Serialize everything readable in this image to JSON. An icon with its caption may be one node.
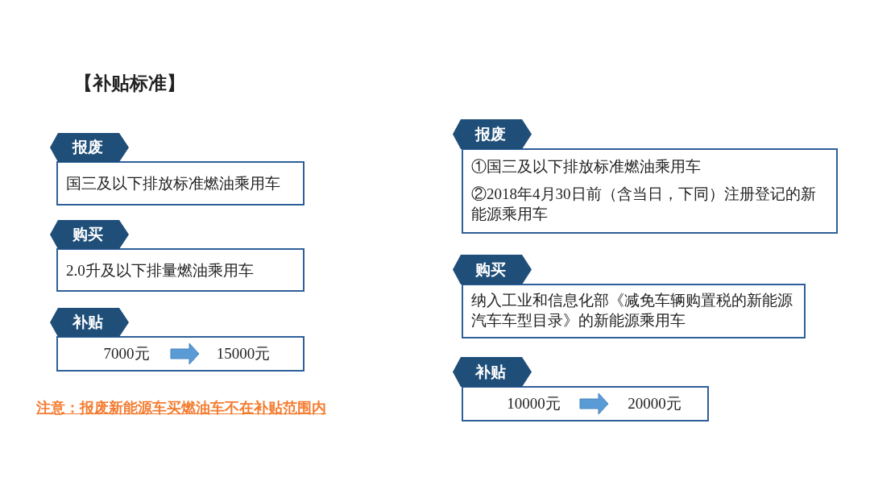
{
  "diagram": {
    "title": "【补贴标准】",
    "nodes": [
      {
        "text": [
          "报废"
        ]
      },
      {
        "text": [
          "国三及以下排放标准燃油乘用车"
        ]
      },
      {
        "text": [
          "购买"
        ]
      },
      {
        "text": [
          "2.0升及以下排量燃油乘用车"
        ]
      },
      {
        "text": [
          "补贴"
        ]
      },
      {
        "text": [],
        "shape": "box"
      },
      {
        "text": [
          "7000元"
        ],
        "in": 5
      },
      {
        "text": [
          "15000元"
        ],
        "in": 5
      },
      {
        "text": [
          "报废"
        ]
      },
      {
        "text": [
          "①国三及以下排放标准燃油乘用车",
          "②2018年4月30日前（含当日，下同）注册登记的新能源乘用车"
        ]
      },
      {
        "text": [
          "购买"
        ]
      },
      {
        "text": [
          "纳入工业和信息化部《减免车辆购置税的新能源汽车车型目录》的新能源乘用车"
        ]
      },
      {
        "text": [
          "补贴"
        ]
      },
      {
        "text": [],
        "shape": "box"
      },
      {
        "text": [
          "10000元"
        ],
        "in": 13
      },
      {
        "text": [
          "20000元"
        ],
        "in": 13
      }
    ],
    "edges": [
      {
        "from": 6,
        "to": 7,
        "arrow": "to",
        "style": "thick"
      },
      {
        "from": 14,
        "to": 15,
        "arrow": "to",
        "style": "thick"
      }
    ],
    "labels": [
      "注意：报废新能源车买燃油车不在补贴范围内"
    ]
  }
}
